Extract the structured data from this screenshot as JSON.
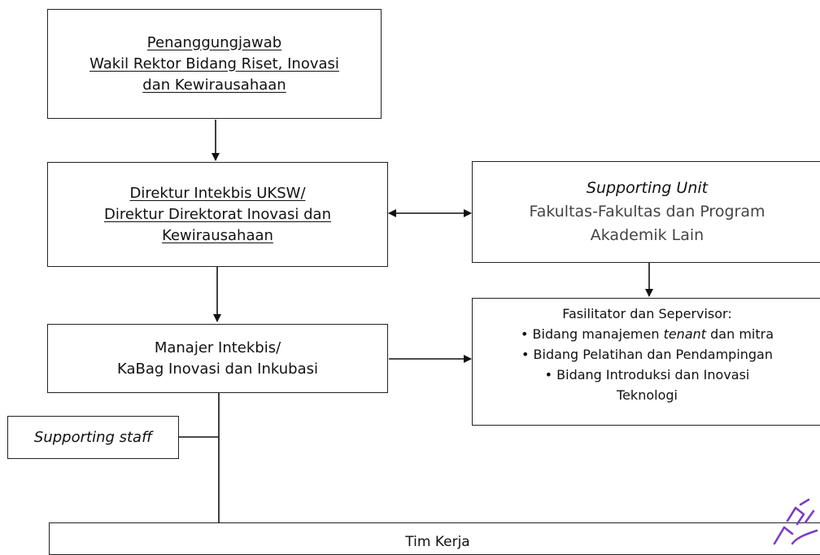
{
  "boxes": {
    "penanggungjawab": {
      "line1": "Penanggungjawab",
      "line2": "Wakil Rektor Bidang Riset, Inovasi",
      "line3": "dan Kewirausahaan"
    },
    "direktur": {
      "line1": "Direktur Intekbis UKSW/",
      "line2": "Direktur Direktorat Inovasi dan",
      "line3": "Kewirausahaan"
    },
    "supporting_unit": {
      "title": "Supporting Unit",
      "line1": "Fakultas-Fakultas dan Program",
      "line2": "Akademik Lain"
    },
    "manajer": {
      "line1": "Manajer Intekbis/",
      "line2": "KaBag Inovasi dan Inkubasi"
    },
    "fasilitator": {
      "title": "Fasilitator dan Sepervisor:",
      "items": [
        {
          "pre": "Bidang manajemen ",
          "em": "tenant",
          "post": " dan mitra"
        },
        {
          "pre": "Bidang Pelatihan dan Pendampingan",
          "em": "",
          "post": ""
        },
        {
          "pre": "Bidang Introduksi dan Inovasi",
          "em": "",
          "post": ""
        }
      ],
      "item3_cont": "Teknologi",
      "bullet": "•"
    },
    "supporting_staff": {
      "label": "Supporting staff"
    },
    "tim_kerja": {
      "label": "Tim Kerja"
    }
  },
  "colors": {
    "border": "#222222",
    "text": "#111111",
    "watermark": "#7b3fc4"
  }
}
